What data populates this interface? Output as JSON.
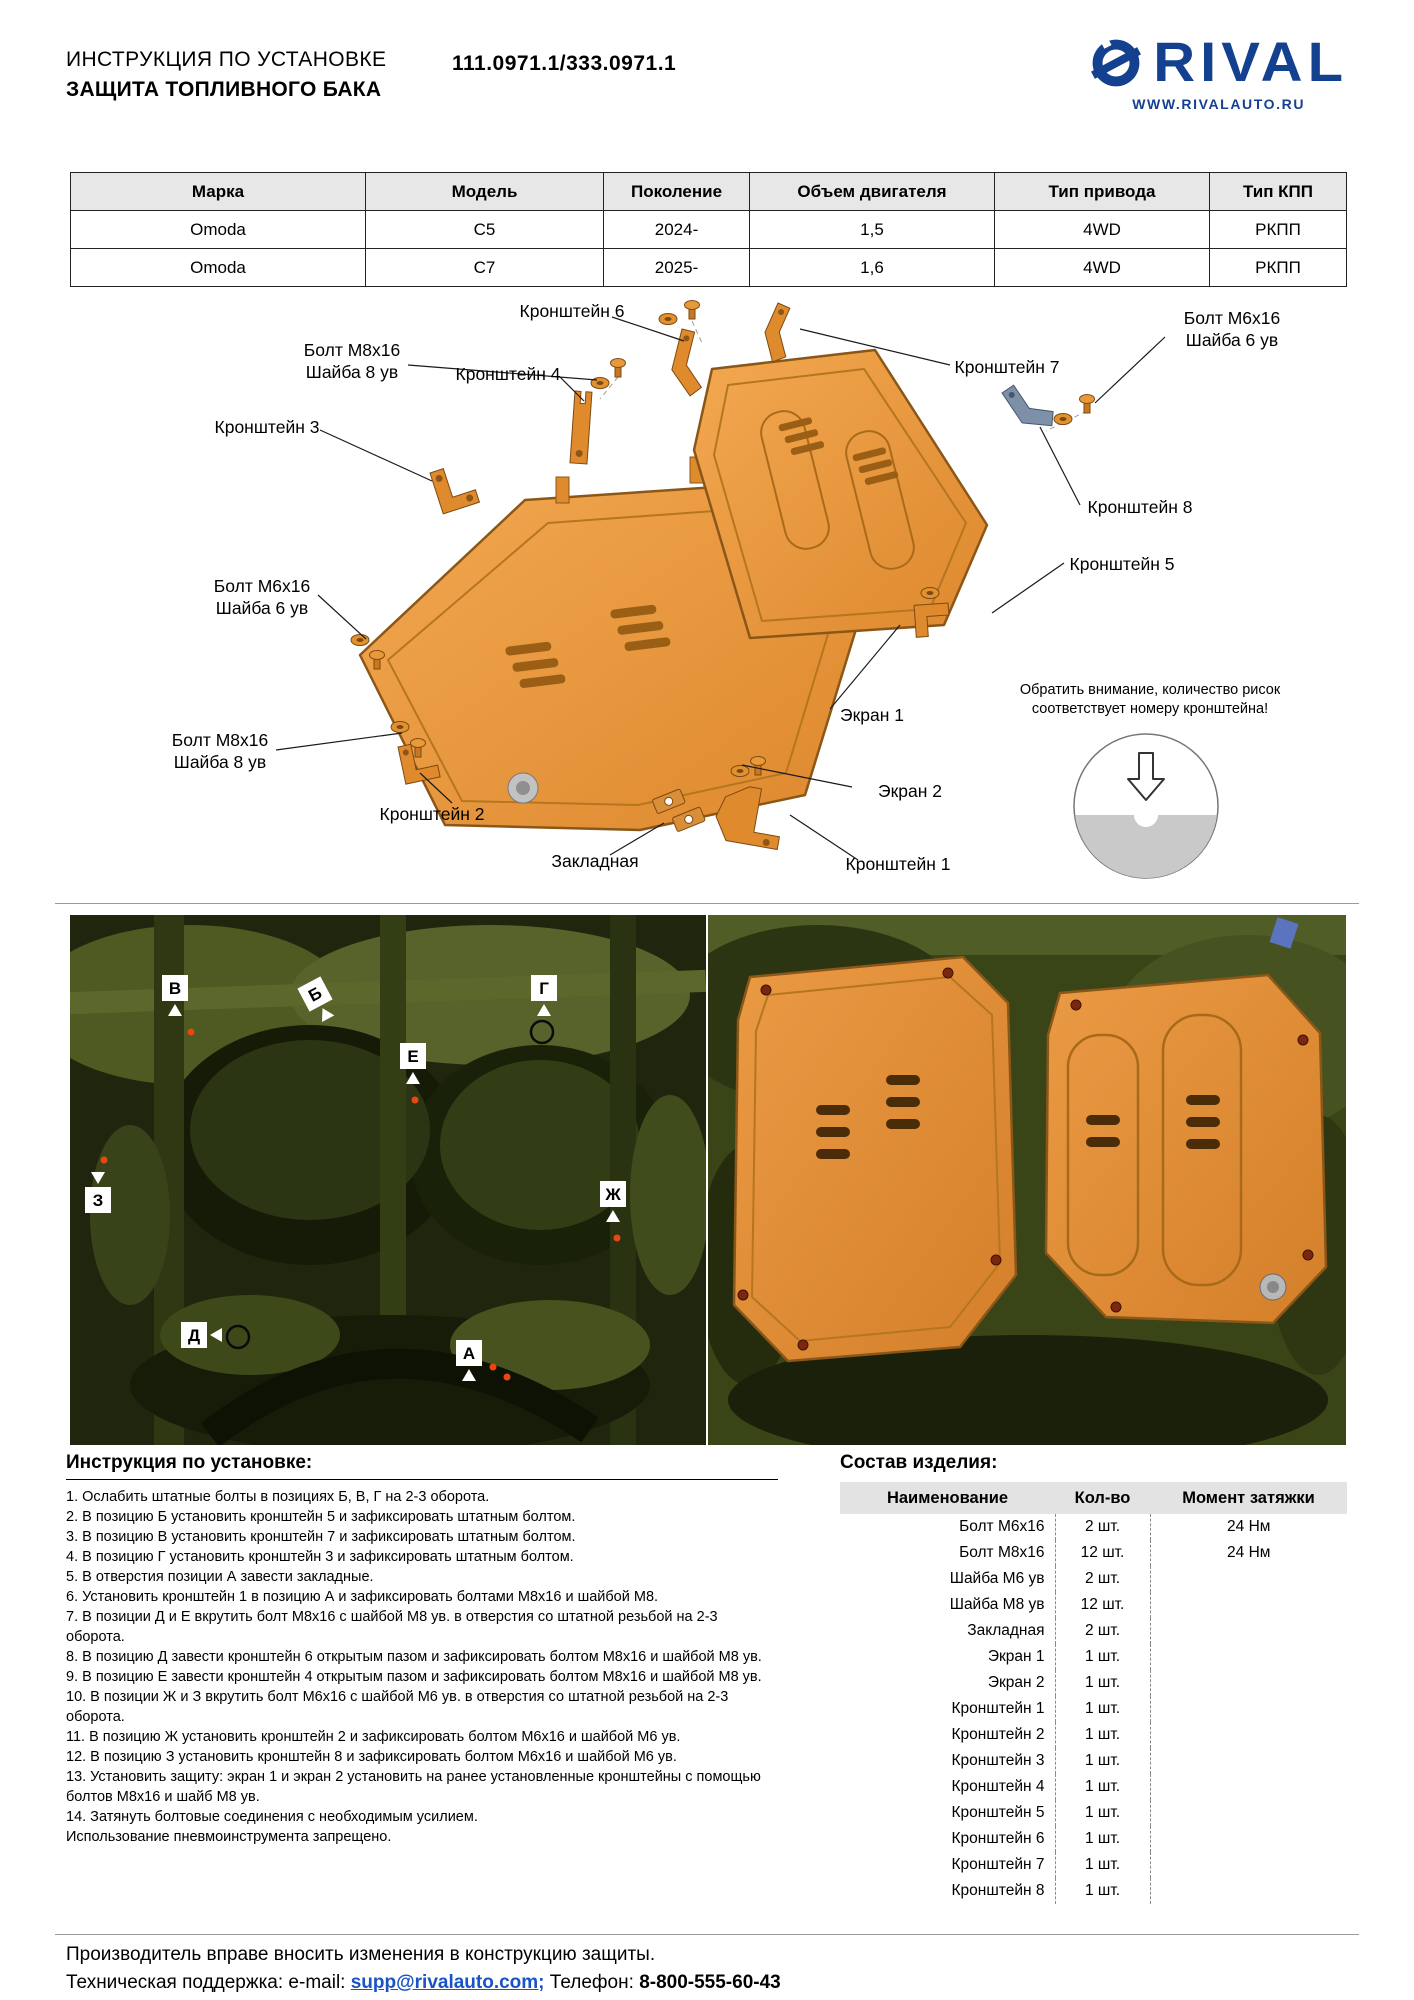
{
  "header": {
    "doc_type": "ИНСТРУКЦИЯ ПО УСТАНОВКЕ",
    "product": "ЗАЩИТА ТОПЛИВНОГО БАКА",
    "part_number": "111.0971.1/333.0971.1",
    "brand": "RIVAL",
    "website": "WWW.RIVALAUTO.RU"
  },
  "colors": {
    "brand_navy": "#14418f",
    "plate_orange": "#e8923a",
    "photo_olive": "#3a4517"
  },
  "spec_table": {
    "headers": [
      "Марка",
      "Модель",
      "Поколение",
      "Объем двигателя",
      "Тип привода",
      "Тип КПП"
    ],
    "rows": [
      [
        "Omoda",
        "C5",
        "2024-",
        "1,5",
        "4WD",
        "РКПП"
      ],
      [
        "Omoda",
        "C7",
        "2025-",
        "1,6",
        "4WD",
        "РКПП"
      ]
    ]
  },
  "diagram": {
    "labels": {
      "bracket6": "Кронштейн 6",
      "bolt_m6_top": "Болт М6х16\nШайба 6 ув",
      "bolt_m8_top": "Болт М8х16\nШайба 8 ув",
      "bracket4": "Кронштейн 4",
      "bracket7": "Кронштейн 7",
      "bracket3": "Кронштейн 3",
      "bracket8": "Кронштейн 8",
      "bracket5": "Кронштейн 5",
      "bolt_m6_left": "Болт М6х16\nШайба 6 ув",
      "screen1": "Экран 1",
      "bolt_m8_left": "Болт М8х16\nШайба 8 ув",
      "screen2": "Экран 2",
      "bracket2": "Кронштейн 2",
      "zakladnaya": "Закладная",
      "bracket1": "Кронштейн 1"
    },
    "note": "Обратить внимание, количество рисок\nсоответствует номеру кронштейна!"
  },
  "photos": {
    "markers": [
      "В",
      "Б",
      "Г",
      "Е",
      "З",
      "Ж",
      "Д",
      "А"
    ]
  },
  "instructions": {
    "title": "Инструкция по установке:",
    "steps": [
      "1. Ослабить штатные болты в позициях Б, В, Г на 2-3 оборота.",
      "2. В позицию Б установить кронштейн 5 и зафиксировать штатным болтом.",
      "3. В позицию В установить кронштейн 7 и зафиксировать штатным болтом.",
      "4. В позицию Г установить кронштейн 3 и зафиксировать штатным болтом.",
      "5. В отверстия позиции А завести закладные.",
      "6. Установить кронштейн 1 в позицию А и зафиксировать болтами М8х16 и шайбой М8.",
      "7. В позиции Д и Е вкрутить болт М8х16 с шайбой М8 ув. в отверстия со штатной резьбой на 2-3 оборота.",
      "8. В позицию Д завести кронштейн 6 открытым пазом и зафиксировать болтом М8х16 и шайбой М8 ув.",
      "9. В позицию Е завести кронштейн 4 открытым пазом и зафиксировать болтом М8х16 и шайбой М8 ув.",
      "10. В позиции Ж и З вкрутить болт М6х16 с шайбой М6 ув. в отверстия со штатной резьбой на 2-3 оборота.",
      "11. В позицию Ж установить кронштейн 2 и зафиксировать болтом М6х16 и шайбой М6 ув.",
      "12. В позицию З установить кронштейн 8 и зафиксировать болтом М6х16 и шайбой М6 ув.",
      "13. Установить защиту: экран 1 и экран 2 установить на ранее установленные кронштейны с помощью болтов М8х16 и шайб М8 ув.",
      "14. Затянуть болтовые соединения с необходимым усилием.",
      "Использование пневмоинструмента запрещено."
    ]
  },
  "parts": {
    "title": "Состав изделия:",
    "headers": [
      "Наименование",
      "Кол-во",
      "Момент затяжки"
    ],
    "rows": [
      [
        "Болт М6х16",
        "2 шт.",
        "24 Нм"
      ],
      [
        "Болт М8х16",
        "12 шт.",
        "24 Нм"
      ],
      [
        "Шайба М6 ув",
        "2 шт.",
        ""
      ],
      [
        "Шайба М8 ув",
        "12 шт.",
        ""
      ],
      [
        "Закладная",
        "2 шт.",
        ""
      ],
      [
        "Экран 1",
        "1 шт.",
        ""
      ],
      [
        "Экран 2",
        "1 шт.",
        ""
      ],
      [
        "Кронштейн 1",
        "1 шт.",
        ""
      ],
      [
        "Кронштейн 2",
        "1 шт.",
        ""
      ],
      [
        "Кронштейн 3",
        "1 шт.",
        ""
      ],
      [
        "Кронштейн 4",
        "1 шт.",
        ""
      ],
      [
        "Кронштейн 5",
        "1 шт.",
        ""
      ],
      [
        "Кронштейн 6",
        "1 шт.",
        ""
      ],
      [
        "Кронштейн 7",
        "1 шт.",
        ""
      ],
      [
        "Кронштейн 8",
        "1 шт.",
        ""
      ]
    ]
  },
  "footer": {
    "line1": "Производитель вправе вносить изменения в конструкцию защиты.",
    "support_prefix": "Техническая поддержка:  e-mail: ",
    "email": "supp@rivalauto.com;",
    "phone_label": " Телефон: ",
    "phone": "8-800-555-60-43"
  }
}
